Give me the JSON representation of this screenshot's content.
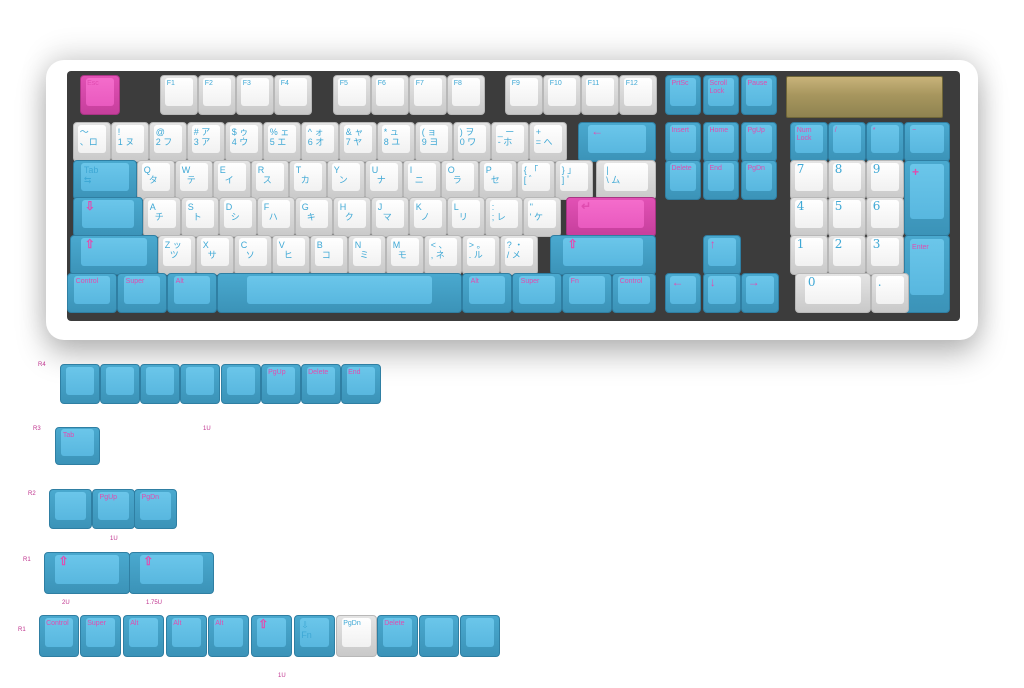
{
  "badge_color": "#b3a36a",
  "colors": {
    "white": "#f4f4f4",
    "blue": "#5ab8df",
    "pink": "#ec5cc2"
  },
  "keys": [
    {
      "c": "p",
      "l": "Esc"
    },
    {
      "c": "w",
      "l": "F1"
    },
    {
      "c": "w",
      "l": "F2"
    },
    {
      "c": "w",
      "l": "F3"
    },
    {
      "c": "w",
      "l": "F4"
    },
    {
      "c": "w",
      "l": "F5"
    },
    {
      "c": "w",
      "l": "F6"
    },
    {
      "c": "w",
      "l": "F7"
    },
    {
      "c": "w",
      "l": "F8"
    },
    {
      "c": "w",
      "l": "F9"
    },
    {
      "c": "w",
      "l": "F10"
    },
    {
      "c": "w",
      "l": "F11"
    },
    {
      "c": "w",
      "l": "F12"
    },
    {
      "c": "b",
      "l": "PrtSc"
    },
    {
      "c": "b",
      "l": "Scroll\nLock"
    },
    {
      "c": "b",
      "l": "Pause"
    },
    {
      "c": "w",
      "l": "～\n、ロ",
      "t": "kana"
    },
    {
      "c": "w",
      "l": "!\n1 ヌ",
      "t": "kana"
    },
    {
      "c": "w",
      "l": "@\n2 フ",
      "t": "kana"
    },
    {
      "c": "w",
      "l": "# ア\n3 ア",
      "t": "kana"
    },
    {
      "c": "w",
      "l": "$ ゥ\n4 ウ",
      "t": "kana"
    },
    {
      "c": "w",
      "l": "% ェ\n5 エ",
      "t": "kana"
    },
    {
      "c": "w",
      "l": "^ ォ\n6 オ",
      "t": "kana"
    },
    {
      "c": "w",
      "l": "& ャ\n7 ヤ",
      "t": "kana"
    },
    {
      "c": "w",
      "l": "* ュ\n8 ユ",
      "t": "kana"
    },
    {
      "c": "w",
      "l": "( ョ\n9 ヨ",
      "t": "kana"
    },
    {
      "c": "w",
      "l": ") ヲ\n0 ワ",
      "t": "kana"
    },
    {
      "c": "w",
      "l": "_ ー\n- ホ",
      "t": "kana"
    },
    {
      "c": "w",
      "l": "+\n= へ",
      "t": "kana"
    },
    {
      "c": "b",
      "l": "←",
      "t": "arrow"
    },
    {
      "c": "b",
      "l": "Insert"
    },
    {
      "c": "b",
      "l": "Home"
    },
    {
      "c": "b",
      "l": "PgUp"
    },
    {
      "c": "b",
      "l": "Num\nLock"
    },
    {
      "c": "b",
      "l": "/"
    },
    {
      "c": "b",
      "l": "*"
    },
    {
      "c": "b",
      "l": "−"
    },
    {
      "c": "b",
      "l": "Tab\n⇆",
      "t": "kana"
    },
    {
      "c": "w",
      "l": "Q\n  タ",
      "t": "kana"
    },
    {
      "c": "w",
      "l": "W\n  テ",
      "t": "kana"
    },
    {
      "c": "w",
      "l": "E\n  イ",
      "t": "kana"
    },
    {
      "c": "w",
      "l": "R\n  ス",
      "t": "kana"
    },
    {
      "c": "w",
      "l": "T\n  カ",
      "t": "kana"
    },
    {
      "c": "w",
      "l": "Y\n  ン",
      "t": "kana"
    },
    {
      "c": "w",
      "l": "U\n  ナ",
      "t": "kana"
    },
    {
      "c": "w",
      "l": "I\n  ニ",
      "t": "kana"
    },
    {
      "c": "w",
      "l": "O\n  ラ",
      "t": "kana"
    },
    {
      "c": "w",
      "l": "P\n  セ",
      "t": "kana"
    },
    {
      "c": "w",
      "l": "{ 「\n[ ゛",
      "t": "kana"
    },
    {
      "c": "w",
      "l": "} 」\n] ゜",
      "t": "kana"
    },
    {
      "c": "w",
      "l": "|\n\\ ム",
      "t": "kana"
    },
    {
      "c": "b",
      "l": "Delete"
    },
    {
      "c": "b",
      "l": "End"
    },
    {
      "c": "b",
      "l": "PgDn"
    },
    {
      "c": "w",
      "l": "7",
      "t": "num"
    },
    {
      "c": "w",
      "l": "8",
      "t": "num"
    },
    {
      "c": "w",
      "l": "9",
      "t": "num"
    },
    {
      "c": "b",
      "l": "+",
      "t": "arrow"
    },
    {
      "c": "b",
      "l": "⇩",
      "t": "arrow"
    },
    {
      "c": "w",
      "l": "A\n  チ",
      "t": "kana"
    },
    {
      "c": "w",
      "l": "S\n  ト",
      "t": "kana"
    },
    {
      "c": "w",
      "l": "D\n  シ",
      "t": "kana"
    },
    {
      "c": "w",
      "l": "F\n  ハ",
      "t": "kana"
    },
    {
      "c": "w",
      "l": "G\n  キ",
      "t": "kana"
    },
    {
      "c": "w",
      "l": "H\n  ク",
      "t": "kana"
    },
    {
      "c": "w",
      "l": "J\n  マ",
      "t": "kana"
    },
    {
      "c": "w",
      "l": "K\n  ノ",
      "t": "kana"
    },
    {
      "c": "w",
      "l": "L\n  リ",
      "t": "kana"
    },
    {
      "c": "w",
      "l": ":\n; レ",
      "t": "kana"
    },
    {
      "c": "w",
      "l": "\"\n' ケ",
      "t": "kana"
    },
    {
      "c": "p",
      "l": "↵",
      "t": "arrow"
    },
    {
      "c": "w",
      "l": "4",
      "t": "num"
    },
    {
      "c": "w",
      "l": "5",
      "t": "num"
    },
    {
      "c": "w",
      "l": "6",
      "t": "num"
    },
    {
      "c": "b",
      "l": "⇧",
      "t": "arrow"
    },
    {
      "c": "w",
      "l": "Z ッ\n  ツ",
      "t": "kana"
    },
    {
      "c": "w",
      "l": "X\n  サ",
      "t": "kana"
    },
    {
      "c": "w",
      "l": "C\n  ソ",
      "t": "kana"
    },
    {
      "c": "w",
      "l": "V\n  ヒ",
      "t": "kana"
    },
    {
      "c": "w",
      "l": "B\n  コ",
      "t": "kana"
    },
    {
      "c": "w",
      "l": "N\n  ミ",
      "t": "kana"
    },
    {
      "c": "w",
      "l": "M\n  モ",
      "t": "kana"
    },
    {
      "c": "w",
      "l": "< 、\n, ネ",
      "t": "kana"
    },
    {
      "c": "w",
      "l": "> 。\n. ル",
      "t": "kana"
    },
    {
      "c": "w",
      "l": "? ・\n/ メ",
      "t": "kana"
    },
    {
      "c": "b",
      "l": "⇧",
      "t": "arrow"
    },
    {
      "c": "b",
      "l": "↑",
      "t": "arrow"
    },
    {
      "c": "w",
      "l": "1",
      "t": "num"
    },
    {
      "c": "w",
      "l": "2",
      "t": "num"
    },
    {
      "c": "w",
      "l": "3",
      "t": "num"
    },
    {
      "c": "b",
      "l": "Enter"
    },
    {
      "c": "b",
      "l": "Control"
    },
    {
      "c": "b",
      "l": "Super"
    },
    {
      "c": "b",
      "l": "Alt"
    },
    {
      "c": "b",
      "l": ""
    },
    {
      "c": "b",
      "l": "Alt"
    },
    {
      "c": "b",
      "l": "Super"
    },
    {
      "c": "b",
      "l": "Fn"
    },
    {
      "c": "b",
      "l": "Control"
    },
    {
      "c": "b",
      "l": "←",
      "t": "arrow"
    },
    {
      "c": "b",
      "l": "↓",
      "t": "arrow"
    },
    {
      "c": "b",
      "l": "→",
      "t": "arrow"
    },
    {
      "c": "w",
      "l": "0",
      "t": "num"
    },
    {
      "c": "w",
      "l": ".",
      "t": "num"
    },
    {
      "c": "b",
      "l": ""
    },
    {
      "c": "b",
      "l": ""
    },
    {
      "c": "b",
      "l": ""
    },
    {
      "c": "b",
      "l": ""
    },
    {
      "c": "b",
      "l": ""
    },
    {
      "c": "b",
      "l": "PgUp"
    },
    {
      "c": "b",
      "l": "Delete"
    },
    {
      "c": "b",
      "l": "End"
    },
    {
      "c": "b",
      "l": "Tab"
    },
    {
      "c": "b",
      "l": ""
    },
    {
      "c": "b",
      "l": "PgUp"
    },
    {
      "c": "b",
      "l": "PgDn"
    },
    {
      "c": "b",
      "l": "⇧",
      "t": "arrow"
    },
    {
      "c": "b",
      "l": "⇧",
      "t": "arrow"
    },
    {
      "c": "b",
      "l": "Control"
    },
    {
      "c": "b",
      "l": "Super"
    },
    {
      "c": "b",
      "l": "Alt"
    },
    {
      "c": "b",
      "l": "Alt"
    },
    {
      "c": "b",
      "l": "Alt"
    },
    {
      "c": "b",
      "l": "⇧",
      "t": "arrow"
    },
    {
      "c": "b",
      "l": "⇩\nFn",
      "t": "kana"
    },
    {
      "c": "w",
      "l": "PgDn"
    },
    {
      "c": "b",
      "l": "Delete"
    },
    {
      "c": "b",
      "l": ""
    },
    {
      "c": "b",
      "l": ""
    }
  ],
  "labels": {
    "r4": "R4",
    "r3": "R3",
    "r2": "R2",
    "r1a": "R1",
    "r1b": "R1",
    "s1": "1U",
    "s2": "1U",
    "s3": "2U",
    "s4": "1.75U",
    "s5": "1U"
  }
}
